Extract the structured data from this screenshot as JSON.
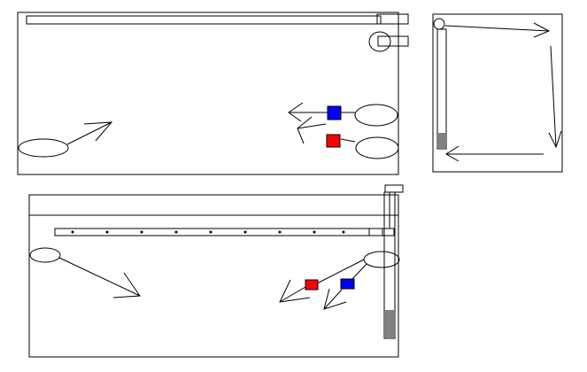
{
  "colors": {
    "stroke": "#000000",
    "background": "#ffffff",
    "blue_marker": "#0000ff",
    "red_marker": "#ff0000"
  },
  "panels": [
    {
      "name": "panel-top-left",
      "ovals": 4,
      "square_markers": [
        "blue_marker",
        "red_marker"
      ],
      "arrows": 3
    },
    {
      "name": "panel-top-right",
      "arrows": 3
    },
    {
      "name": "panel-bottom",
      "ovals": 2,
      "square_markers": [
        "red_marker",
        "blue_marker"
      ],
      "arrows": 3,
      "rail_dots": 9
    }
  ]
}
